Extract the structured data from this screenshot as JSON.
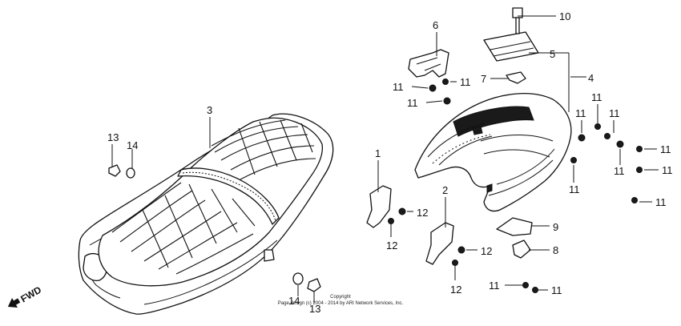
{
  "diagram": {
    "callouts": {
      "c1": "1",
      "c2": "2",
      "c3": "3",
      "c4": "4",
      "c5": "5",
      "c6": "6",
      "c7": "7",
      "c8": "8",
      "c9": "9",
      "c10": "10",
      "c11a": "11",
      "c11b": "11",
      "c11c": "11",
      "c11d": "11",
      "c11e": "11",
      "c11f": "11",
      "c11g": "11",
      "c11h": "11",
      "c11i": "11",
      "c11j": "11",
      "c11k": "11",
      "c11l": "11",
      "c12a": "12",
      "c12b": "12",
      "c12c": "12",
      "c12d": "12",
      "c13a": "13",
      "c13b": "13",
      "c14a": "14",
      "c14b": "14"
    },
    "direction_label": "FWD",
    "copyright": {
      "line1": "Copyright",
      "line2": "Page design (c) 2004 - 2014 by ARI Network Services, Inc."
    }
  }
}
